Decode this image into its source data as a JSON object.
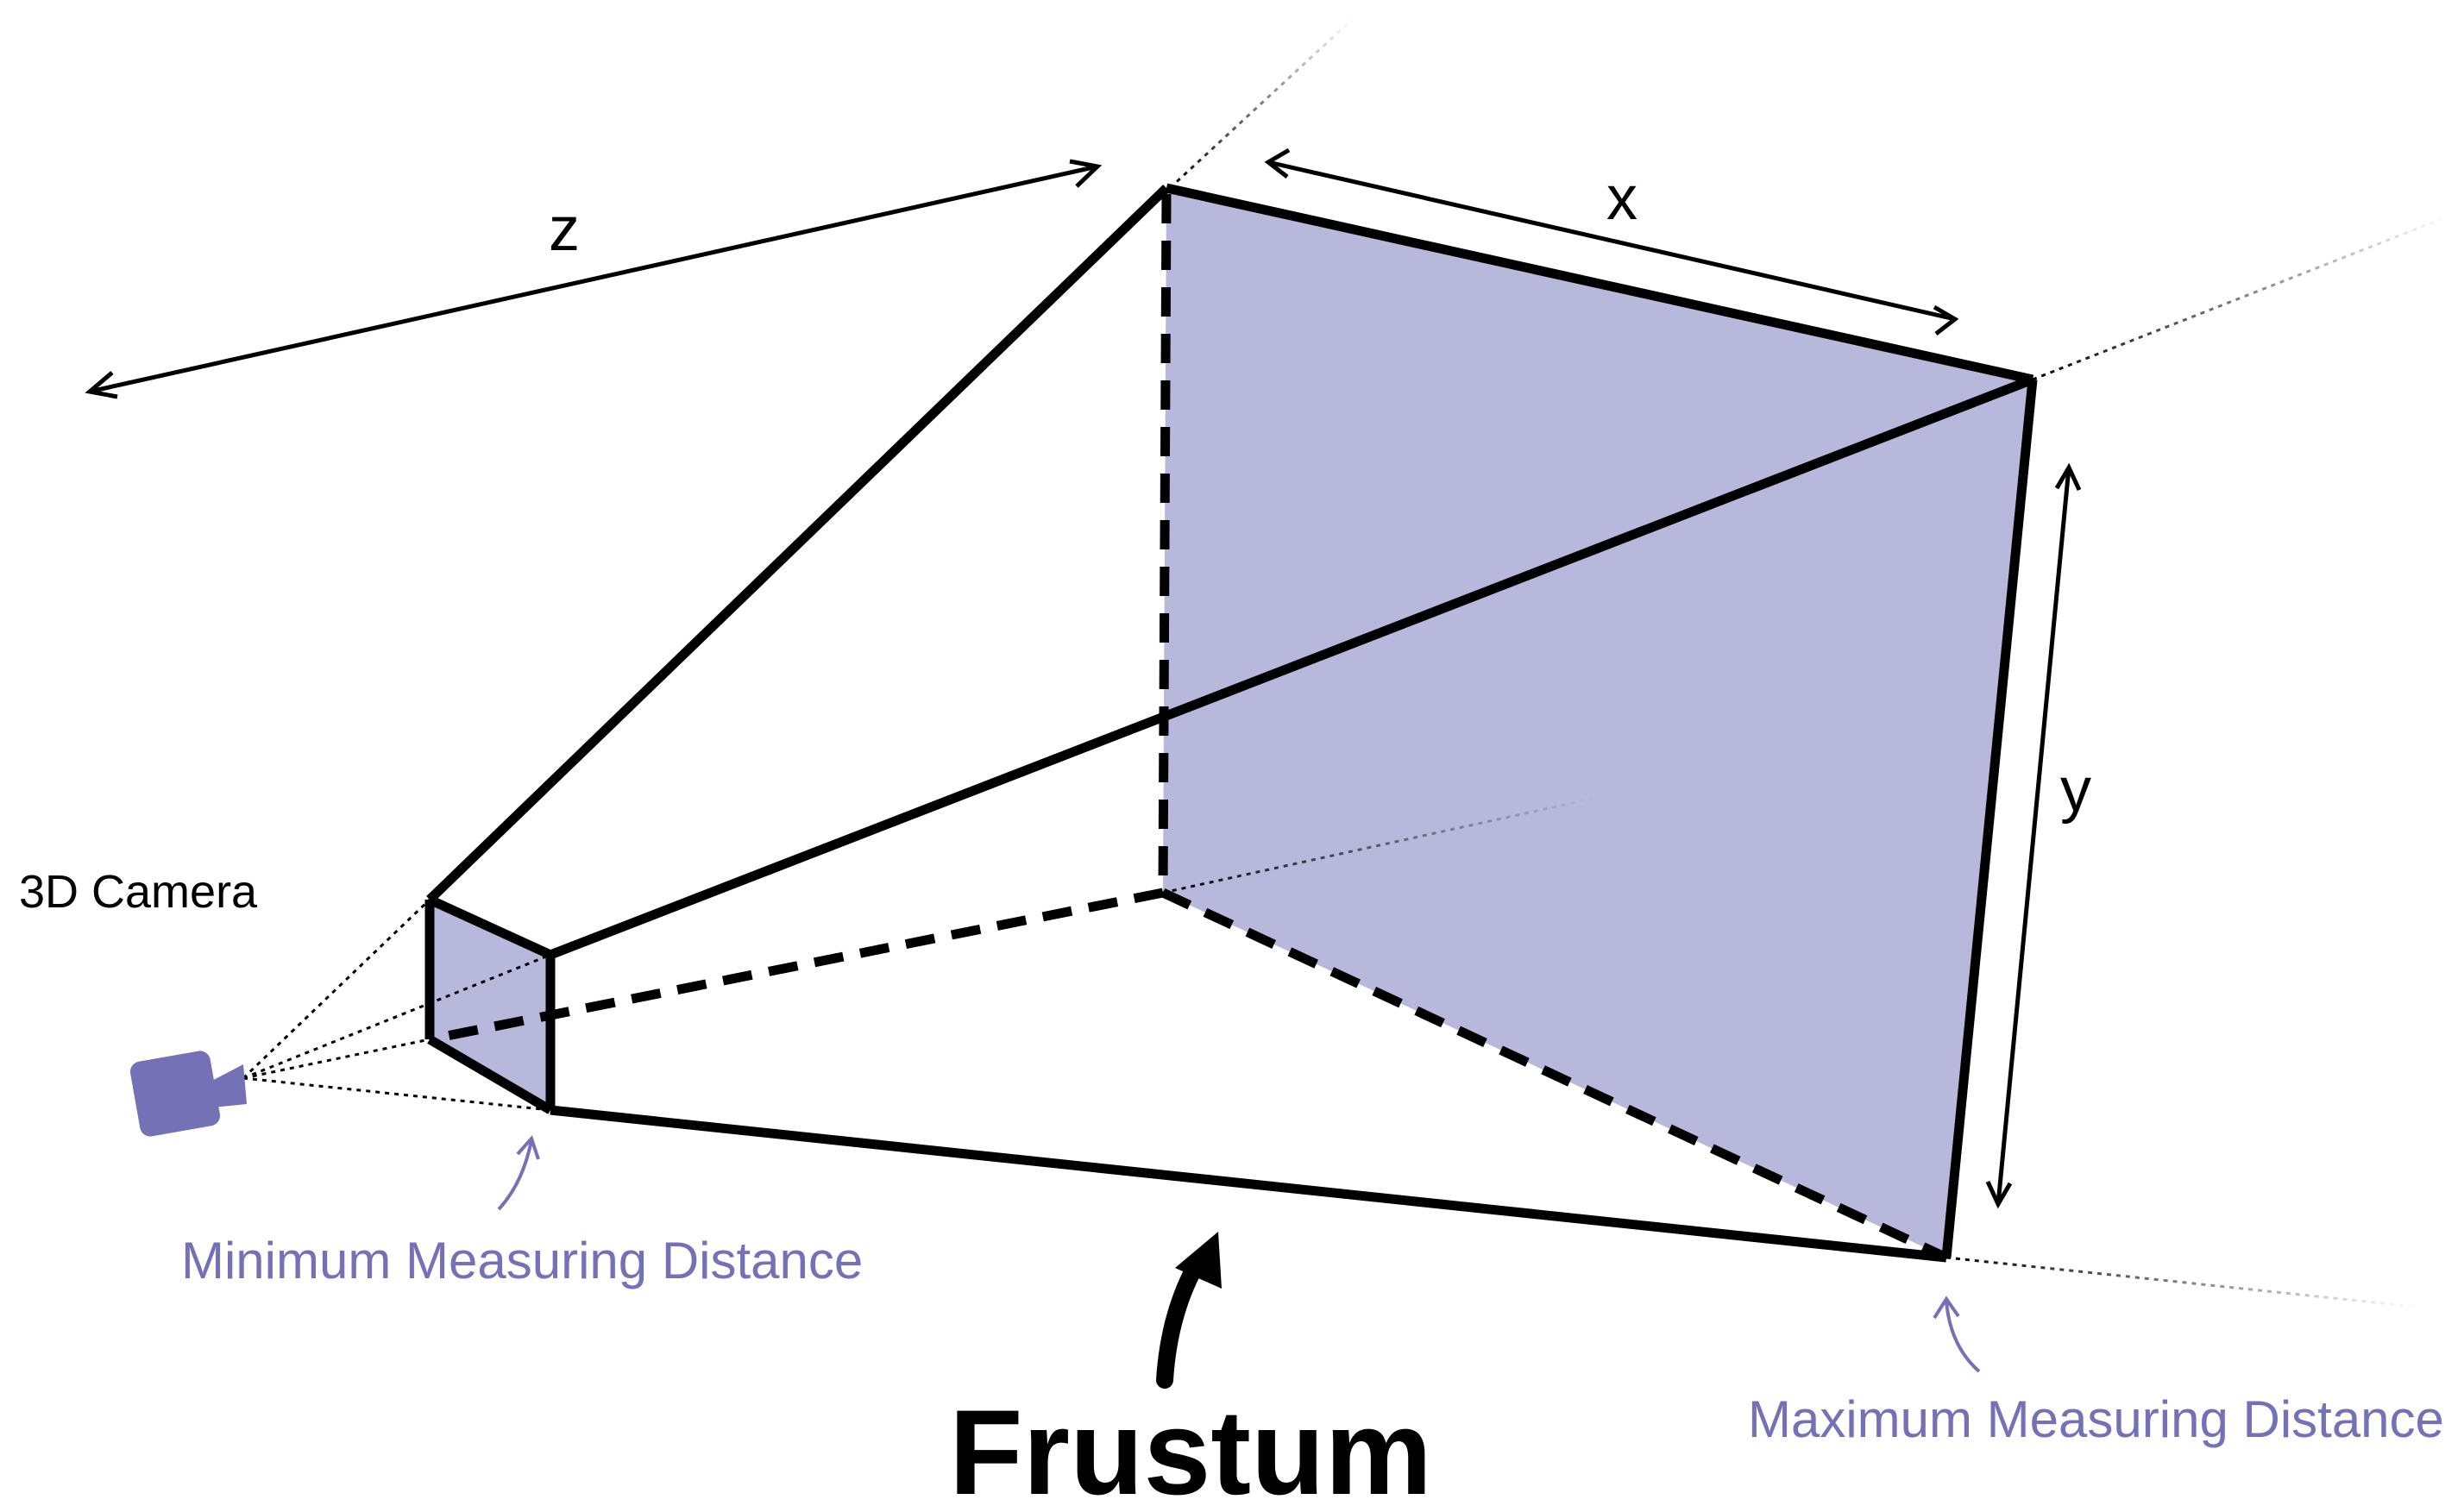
{
  "labels": {
    "camera": "3D Camera",
    "z": "z",
    "x": "x",
    "y": "y",
    "min_distance": "Minimum Measuring Distance",
    "max_distance": "Maximum Measuring Distance",
    "title": "Frustum"
  },
  "icons": {
    "camera": "video-camera-icon"
  },
  "colors": {
    "face_fill": "#b7b8db",
    "accent_purple": "#7471b7",
    "edge": "#000000"
  }
}
